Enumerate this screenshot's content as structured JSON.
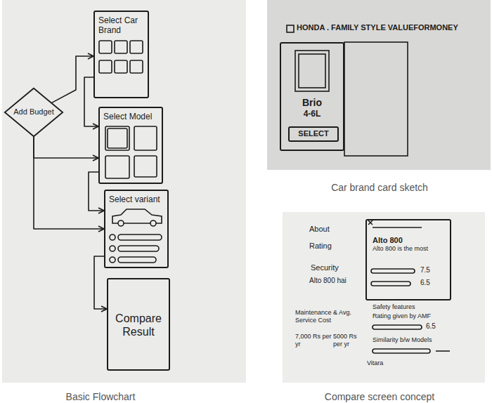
{
  "diagram": {
    "nodes": [
      {
        "text": [
          "Add Budget"
        ]
      },
      {
        "text": [
          "Select Car Brand"
        ]
      },
      {
        "text": [
          "Select Model"
        ]
      },
      {
        "text": [
          "Select variant"
        ]
      },
      {
        "text": [
          "Compare Result"
        ]
      },
      {
        "text": [
          "Brio",
          "4-6L"
        ]
      },
      {
        "text": [
          "SELECT"
        ],
        "in": 5
      },
      {
        "text": [
          "Alto 800",
          "Alto 800 is the most"
        ]
      }
    ],
    "edges": [
      {
        "from": 0,
        "to": 1,
        "arrow": "to"
      },
      {
        "from": 0,
        "to": 2,
        "arrow": "to"
      },
      {
        "from": 0,
        "to": 3,
        "arrow": "to"
      },
      {
        "from": 1,
        "to": 2,
        "arrow": "to"
      },
      {
        "from": 2,
        "to": 3,
        "arrow": "to"
      },
      {
        "from": 3,
        "to": 4,
        "arrow": "to"
      }
    ],
    "labels": [
      "HONDA . FAMILY STYLE VALUEFORMONEY",
      "About",
      "Rating",
      "Security",
      "Alto 800 hai",
      "Maintenance & Avg. Service Cost",
      "7,000 Rs per yr",
      "5000 Rs per yr",
      "7.5",
      "6.5",
      "Safety features",
      "Rating given by AMF",
      "6.5",
      "Similarity b/w Models",
      "Vitara",
      "Basic Flowchart",
      "Car brand card sketch",
      "Compare screen concept"
    ]
  }
}
